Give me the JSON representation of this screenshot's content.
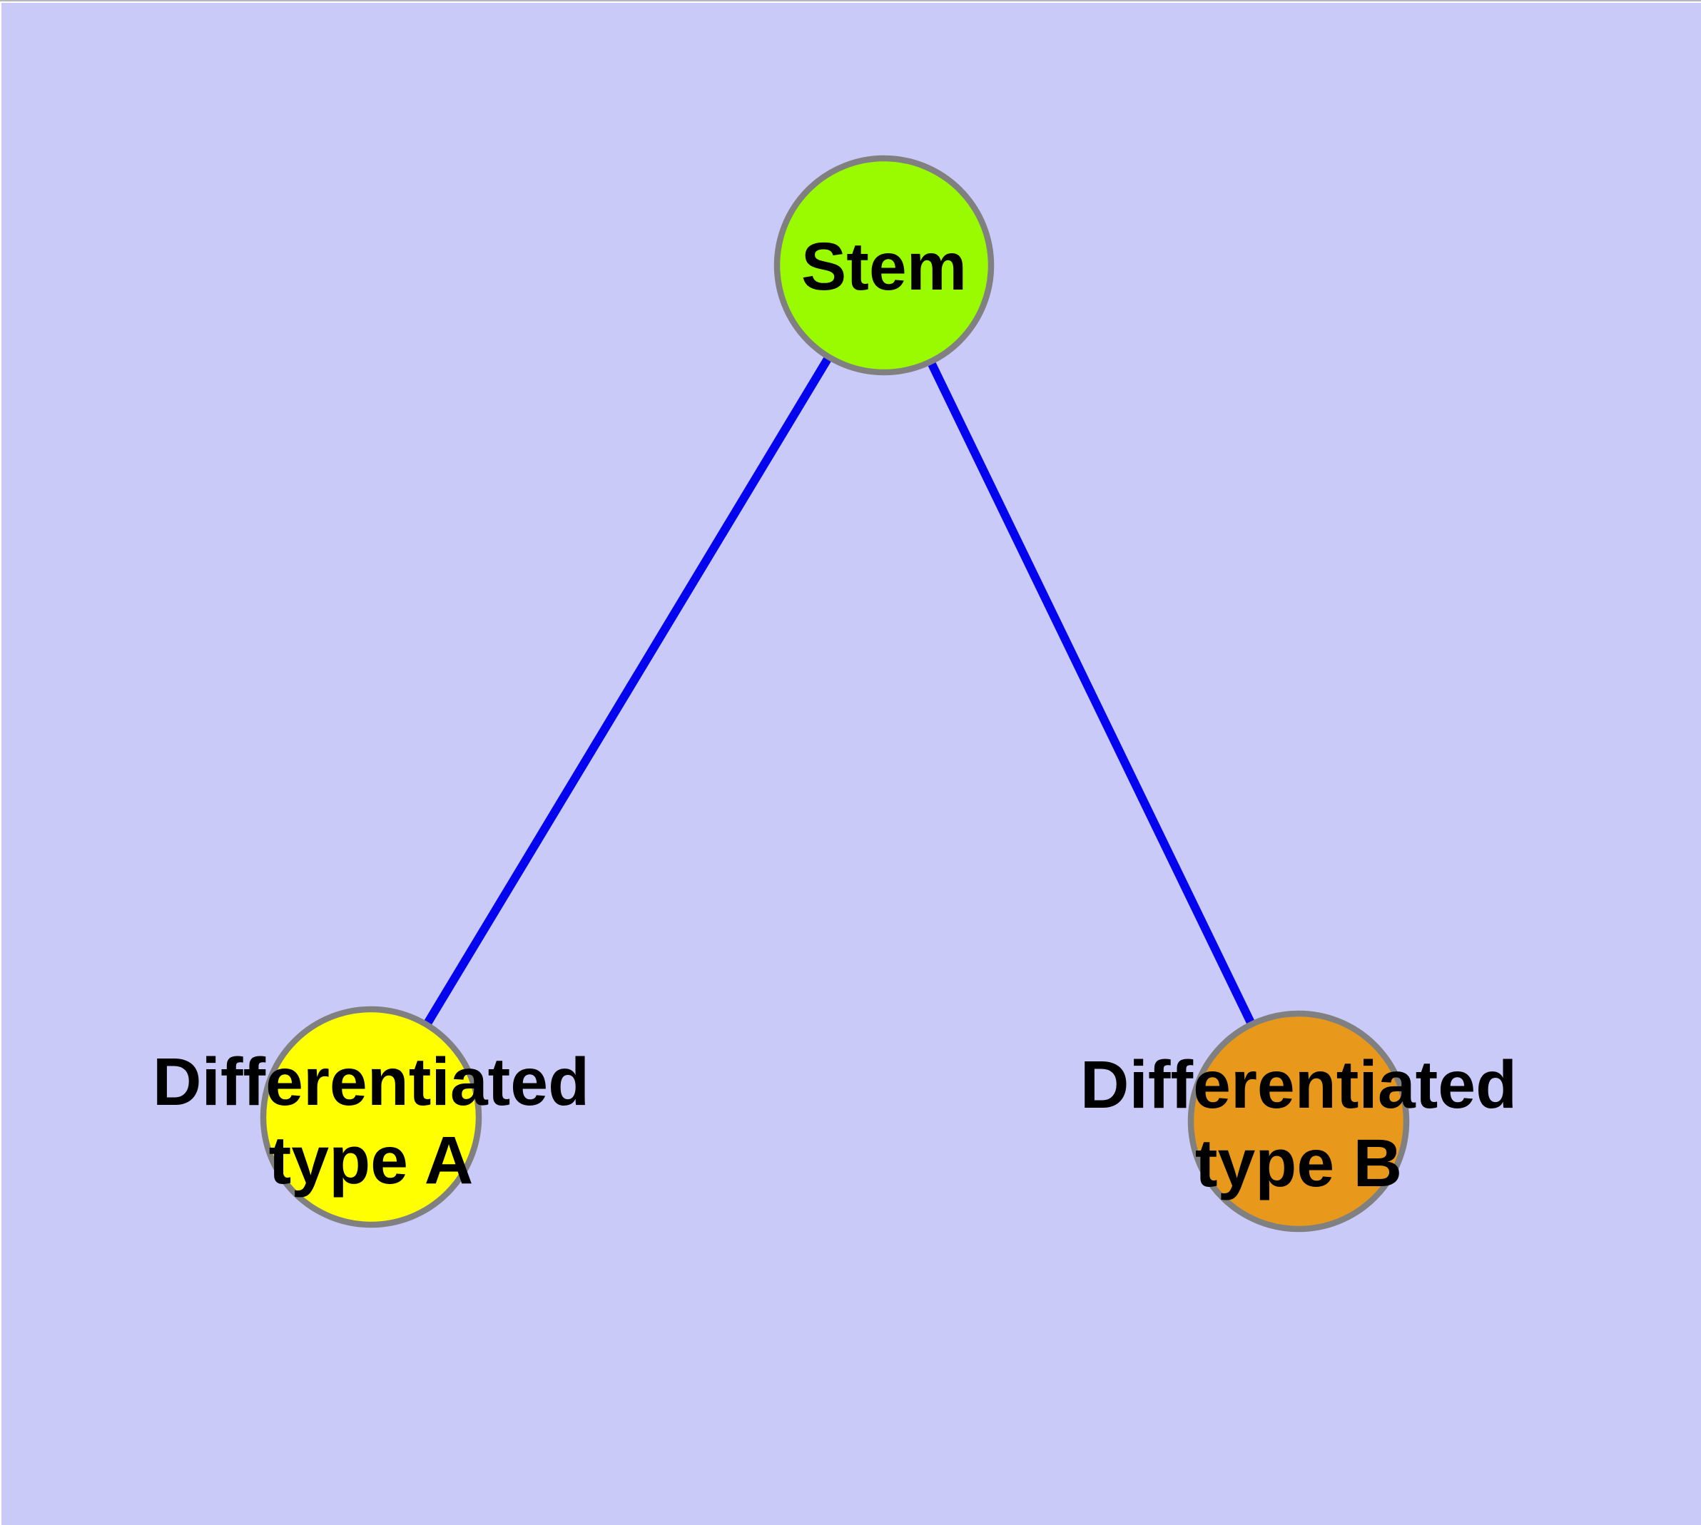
{
  "colors": {
    "background": "#cacaf8",
    "frame": "#ffffff",
    "top_hairline": "#b5b5bd",
    "edge": "#0404ee",
    "node_border": "#808080",
    "label_text": "#000000"
  },
  "nodes": {
    "stem": {
      "label": "Stem",
      "fill": "#9afb00"
    },
    "diff_a": {
      "label": "Differentiated type A",
      "line1": "Differentiated",
      "line2": "type A",
      "fill": "#ffff00"
    },
    "diff_b": {
      "label": "Differentiated type B",
      "line1": "Differentiated",
      "line2": "type B",
      "fill": "#e8991c"
    }
  },
  "edges": [
    {
      "from": "Stem",
      "to": "Differentiated type A"
    },
    {
      "from": "Stem",
      "to": "Differentiated type B"
    }
  ]
}
